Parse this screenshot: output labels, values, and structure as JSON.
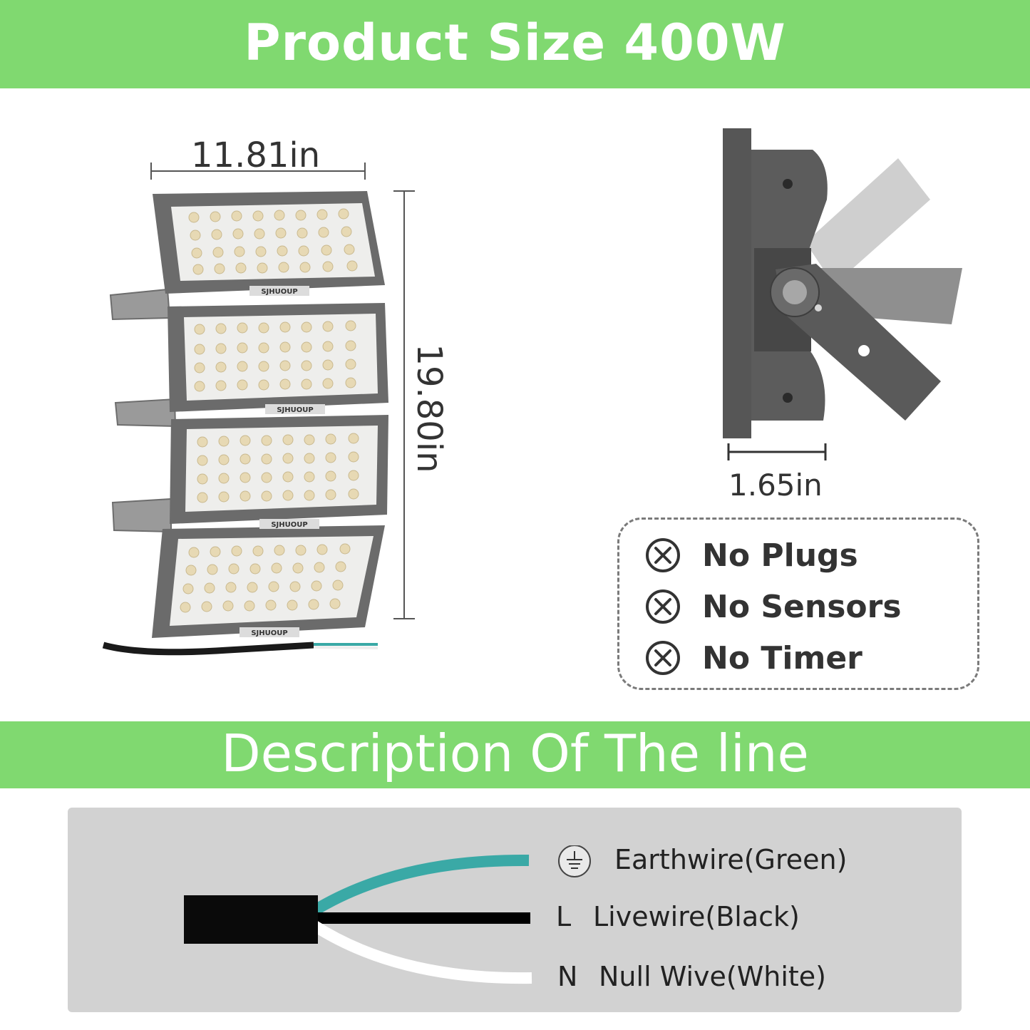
{
  "header": {
    "title": "Product Size 400W"
  },
  "dimensions": {
    "width": "11.81in",
    "height": "19.80in",
    "depth": "1.65in"
  },
  "brand_mark": "SJHUOUP",
  "features": [
    {
      "label": "No Plugs"
    },
    {
      "label": "No Sensors"
    },
    {
      "label": "No Timer"
    }
  ],
  "section2": {
    "title": "Description Of The line"
  },
  "wires": [
    {
      "symbol": "earth-icon",
      "label": "Earthwire(Green)",
      "color": "#3aa9a6"
    },
    {
      "symbol": "L",
      "label": "Livewire(Black)",
      "color": "#000000"
    },
    {
      "symbol": "N",
      "label": "Null Wive(White)",
      "color": "#ffffff"
    }
  ],
  "colors": {
    "accent": "#80d970",
    "fixture": "#5b5b5b",
    "panel": "#d2d2d2"
  }
}
